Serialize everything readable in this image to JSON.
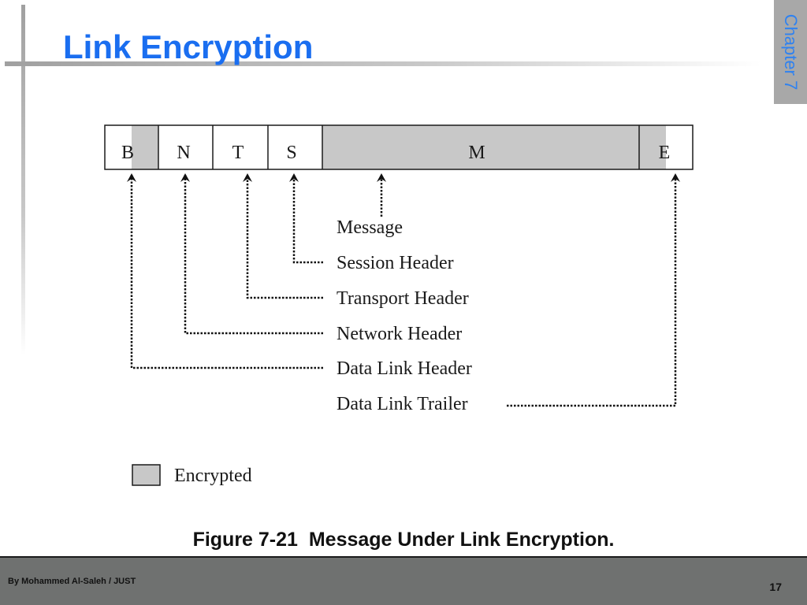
{
  "slide": {
    "title": "Link Encryption",
    "chapter_tab": "Chapter 7"
  },
  "diagram": {
    "frame_fields": [
      {
        "letter": "B",
        "encrypted": "partial"
      },
      {
        "letter": "N",
        "encrypted": "no"
      },
      {
        "letter": "T",
        "encrypted": "no"
      },
      {
        "letter": "S",
        "encrypted": "no"
      },
      {
        "letter": "M",
        "encrypted": "full"
      },
      {
        "letter": "E",
        "encrypted": "partial"
      }
    ],
    "labels": {
      "message": "Message",
      "session_header": "Session Header",
      "transport_header": "Transport Header",
      "network_header": "Network Header",
      "data_link_header": "Data Link Header",
      "data_link_trailer": "Data Link Trailer"
    },
    "legend": {
      "label": "Encrypted"
    },
    "colors": {
      "encrypted_fill": "#c8c8c8",
      "outline": "#1a1a1a"
    }
  },
  "caption": {
    "figure_number": "Figure 7-21",
    "text": "Message Under Link Encryption."
  },
  "footer": {
    "author": "By Mohammed Al-Saleh / JUST",
    "page_number": "17"
  }
}
